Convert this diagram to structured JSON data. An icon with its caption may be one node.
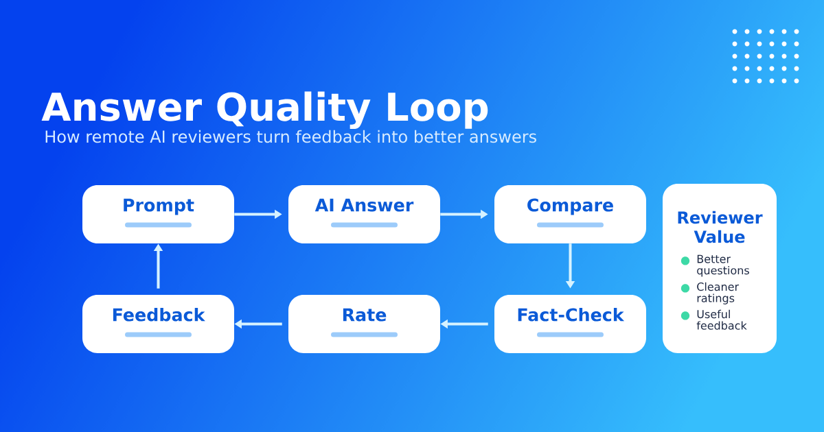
{
  "diagram": {
    "title": "Answer Quality Loop",
    "nodes": [
      {
        "text": [
          "Prompt"
        ]
      },
      {
        "text": [
          "AI Answer"
        ]
      },
      {
        "text": [
          "Compare"
        ]
      },
      {
        "text": [
          "Reviewer Value",
          "Better questions",
          "Cleaner ratings",
          "Useful feedback"
        ]
      },
      {
        "text": [
          "Feedback"
        ]
      },
      {
        "text": [
          "Rate"
        ]
      },
      {
        "text": [
          "Fact-Check"
        ]
      }
    ],
    "edges": [
      {
        "from": 0,
        "to": 1,
        "arrow": "to"
      },
      {
        "from": 1,
        "to": 2,
        "arrow": "to"
      },
      {
        "from": 2,
        "to": 6,
        "arrow": "to"
      },
      {
        "from": 6,
        "to": 5,
        "arrow": "to"
      },
      {
        "from": 5,
        "to": 4,
        "arrow": "to"
      },
      {
        "from": 4,
        "to": 0,
        "arrow": "to"
      }
    ],
    "labels": [
      "How remote AI reviewers turn feedback into better answers"
    ]
  }
}
